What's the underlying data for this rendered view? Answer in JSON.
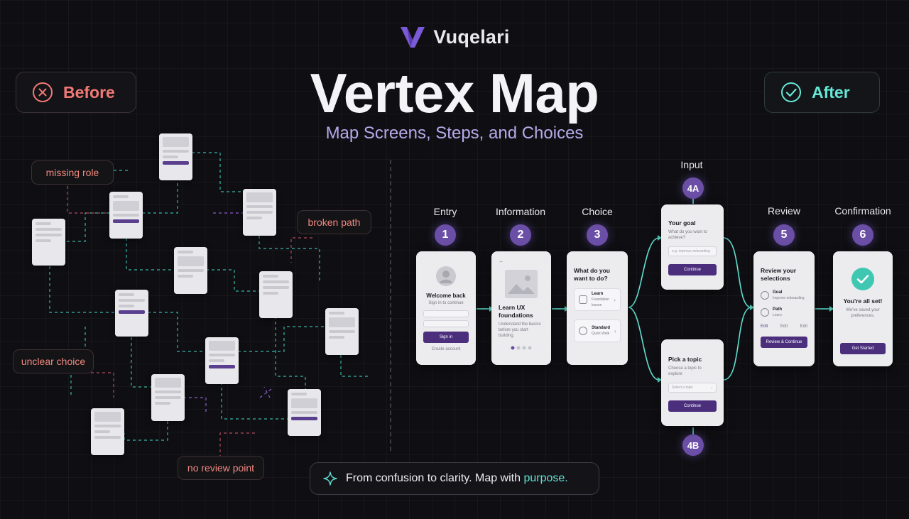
{
  "brand": {
    "name": "Vuqelari",
    "accent": "#7b5ad6"
  },
  "title": "Vertex Map",
  "subtitle": "Map Screens, Steps, and Choices",
  "before_label": "Before",
  "after_label": "After",
  "issues": {
    "missing_role": "missing role",
    "broken_path": "broken path",
    "unclear_choice": "unclear choice",
    "no_review_point": "no review point"
  },
  "steps": {
    "entry": {
      "label": "Entry",
      "number": "1"
    },
    "information": {
      "label": "Information",
      "number": "2"
    },
    "choice": {
      "label": "Choice",
      "number": "3"
    },
    "input": {
      "label": "Input",
      "number": "4A"
    },
    "input_b": {
      "number": "4B"
    },
    "review": {
      "label": "Review",
      "number": "5"
    },
    "confirmation": {
      "label": "Confirmation",
      "number": "6"
    }
  },
  "screens": {
    "welcome": {
      "title": "Welcome back",
      "sub": "Sign in to continue",
      "button": "Sign in",
      "link": "Create account"
    },
    "learn": {
      "title": "Learn UX foundations",
      "sub": "Understand the basics before you start building."
    },
    "choice": {
      "title": "What do you want to do?",
      "option1_title": "Learn",
      "option1_sub": "Foundation lesson",
      "option2_title": "Standard",
      "option2_sub": "Quick Walk"
    },
    "goal": {
      "title": "Your goal",
      "sub": "What do you want to achieve?",
      "placeholder": "e.g. improve onboarding",
      "button": "Continue"
    },
    "topic": {
      "title": "Pick a topic",
      "sub": "Choose a topic to explore",
      "placeholder": "Select a topic",
      "button": "Continue"
    },
    "review": {
      "title": "Review your selections",
      "item1_title": "Goal",
      "item1_sub": "Improve onboarding",
      "item2_title": "Path",
      "item2_sub": "Learn",
      "action1": "Edit",
      "action2": "Edit",
      "action3": "Edit",
      "button": "Review & Continue"
    },
    "done": {
      "title": "You're all set!",
      "sub": "We've saved your preferences.",
      "button": "Get Started"
    }
  },
  "tagline": {
    "text": "From confusion to clarity. Map with ",
    "highlight": "purpose."
  },
  "colors": {
    "teal": "#5fe0d0",
    "red": "#f07a76",
    "purple": "#6b4fa7"
  }
}
